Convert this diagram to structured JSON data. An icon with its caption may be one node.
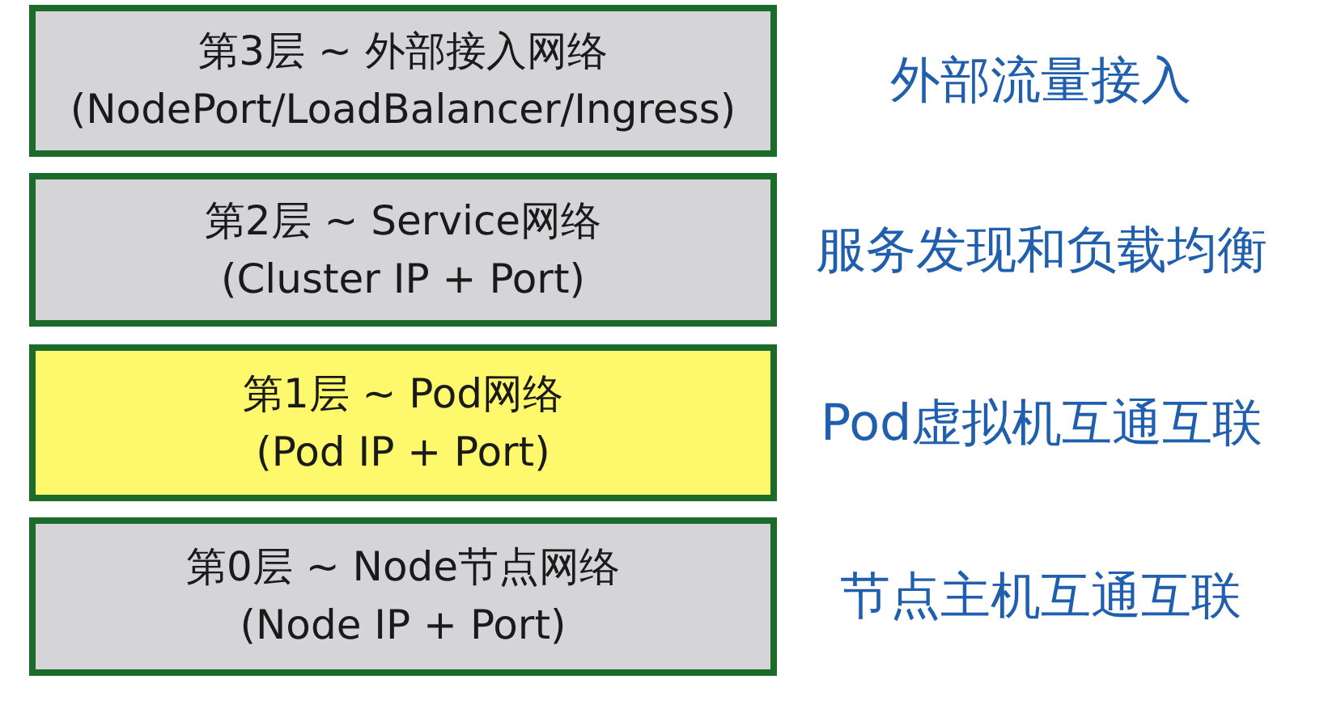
{
  "diagram": {
    "nodes": [
      {
        "text": [
          "第3层 ~ 外部接入网络",
          "(NodePort/LoadBalancer/Ingress)"
        ],
        "beside": [
          "外部流量接入"
        ]
      },
      {
        "text": [
          "第2层 ~ Service网络",
          "(Cluster IP + Port)"
        ],
        "beside": [
          "服务发现和负载均衡"
        ]
      },
      {
        "text": [
          "第1层 ~ Pod网络",
          "(Pod IP + Port)"
        ],
        "beside": [
          "Pod虚拟机互通互联"
        ]
      },
      {
        "text": [
          "第0层 ~ Node节点网络",
          "(Node IP + Port)"
        ],
        "beside": [
          "节点主机互通互联"
        ]
      }
    ],
    "edges": []
  }
}
